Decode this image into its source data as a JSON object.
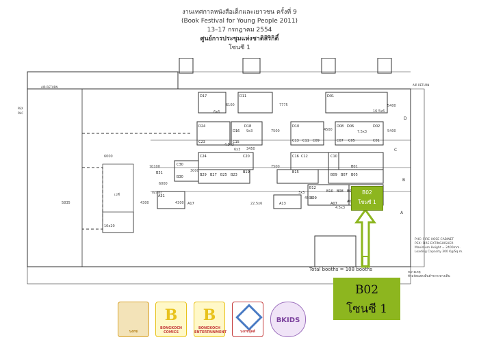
{
  "header": {
    "title_th": "งานเทศกาลหนังสือเด็กและเยาวชน ครั้งที่ 9",
    "title_en": "(Book Festival for Young People 2011)",
    "dates": "13–17 กรกฎาคม 2554",
    "venue": "ศูนย์การประชุมแห่งชาติสิริกิติ์",
    "zone": "โซนซี 1"
  },
  "highlight": {
    "code": "B02",
    "zone": "โซนซี 1",
    "color": "#8db61f"
  },
  "summary": {
    "total_booths": "Total booths = 108 booths"
  },
  "legend": {
    "phc": "PHC: FIRE HOSE CABINET",
    "pex": "PEX: FIRE EXTINGUISHER",
    "height": "Maximum Height = 2400mm.",
    "capacity": "Loading Capacity 300 Kg/Sq.m."
  },
  "notes": {
    "line1": "หมายเหตุ",
    "line2": "ห้ามจัดแสดงสินค้าขวางทางเดิน"
  },
  "labels": {
    "air_return": "AIR RETURN",
    "pex": "PEX",
    "phc": "PHC",
    "stage": "เวที",
    "room": "10x20",
    "stairs": "บันไดลง",
    "dim_4": "4.5",
    "entrance_a": "A",
    "entrance_b": "B",
    "entrance_c": "C",
    "entrance_d": "D"
  },
  "booths": {
    "d17": "D17",
    "d11": "D11",
    "d01": "D01",
    "d24": "D24",
    "d18": "D18",
    "d16": "D16",
    "d10": "D10",
    "d08": "D08",
    "d06": "D06",
    "d02": "D02",
    "c23": "C23",
    "c15": "C15",
    "c13": "C13",
    "c11": "C11",
    "c09": "C09",
    "c07": "C07",
    "c05": "C05",
    "c01": "C01",
    "c30": "C30",
    "c24": "C24",
    "c16": "C16",
    "c12": "C12",
    "c20": "C20",
    "c10": "C10",
    "b31": "B31",
    "b30": "B30",
    "b29": "B29",
    "b27": "B27",
    "b25": "B25",
    "b23": "B23",
    "b19": "B19",
    "b15": "B15",
    "b09": "B09",
    "b07": "B07",
    "b05": "B05",
    "b01": "B01",
    "b12": "B12",
    "b10": "B10",
    "b08": "B08",
    "b06": "B06",
    "a31": "A31",
    "a17": "A17",
    "a13": "A13",
    "a09": "A09",
    "a07": "A07",
    "a05": "A05"
  },
  "dims": {
    "d6100": "6100",
    "d7775": "7775",
    "d5400a": "5400",
    "d5400b": "5400",
    "d7500a": "7500",
    "d7500b": "7500",
    "d4500a": "4500",
    "d4500b": "4500",
    "d10100": "10100",
    "d6000a": "6000",
    "d6000b": "6000",
    "d5835": "5835",
    "d4300a": "4300",
    "d4300b": "4300",
    "d3450": "3450",
    "d3000": "3000",
    "s6x6": "6x6",
    "s16_5x6": "16.5x6",
    "s7_5x3": "7.5x3",
    "s9x3": "9x3",
    "s4_5x3": "4.5x3",
    "s6x3": "6x3",
    "s22_5x6": "22.5x6",
    "s3x3": "3x3"
  },
  "logos": [
    {
      "name": "บงกช",
      "color": "#d8a22a"
    },
    {
      "name": "BONGKOCH COMICS",
      "color": "#e8c21c"
    },
    {
      "name": "BONGKOCH ENTERTAINMENT",
      "color": "#e8c21c"
    },
    {
      "name": "บงกชบุ๊คส์",
      "color": "#c43a3a"
    },
    {
      "name": "BKIDS",
      "color": "#9c6fbd"
    }
  ]
}
